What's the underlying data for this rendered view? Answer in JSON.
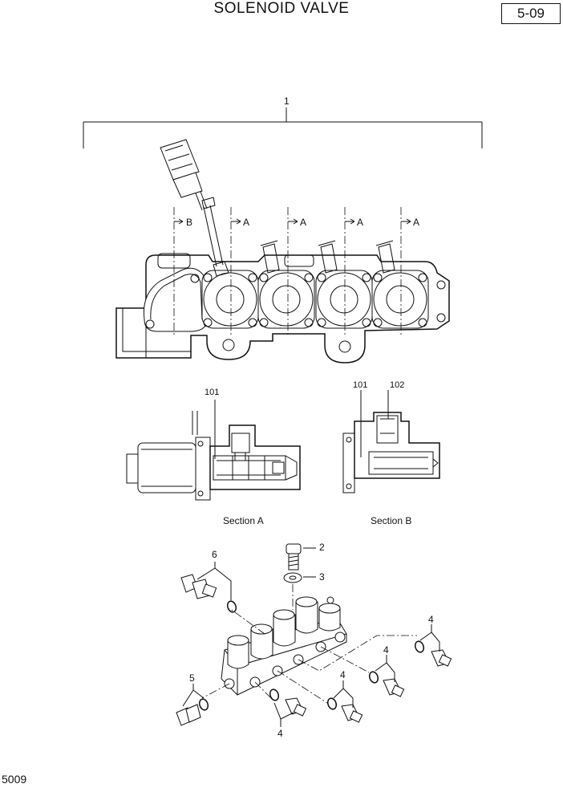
{
  "header": {
    "title": "SOLENOID VALVE",
    "page_number": "5-09"
  },
  "footer": {
    "code": "5009"
  },
  "part_refs": {
    "p1": "1",
    "p2": "2",
    "p3": "3",
    "p4": "4",
    "p5": "5",
    "p6": "6",
    "p101": "101",
    "p102": "102"
  },
  "section_markers": {
    "a": "A",
    "b": "B"
  },
  "section_titles": {
    "a": "Section A",
    "b": "Section B"
  }
}
